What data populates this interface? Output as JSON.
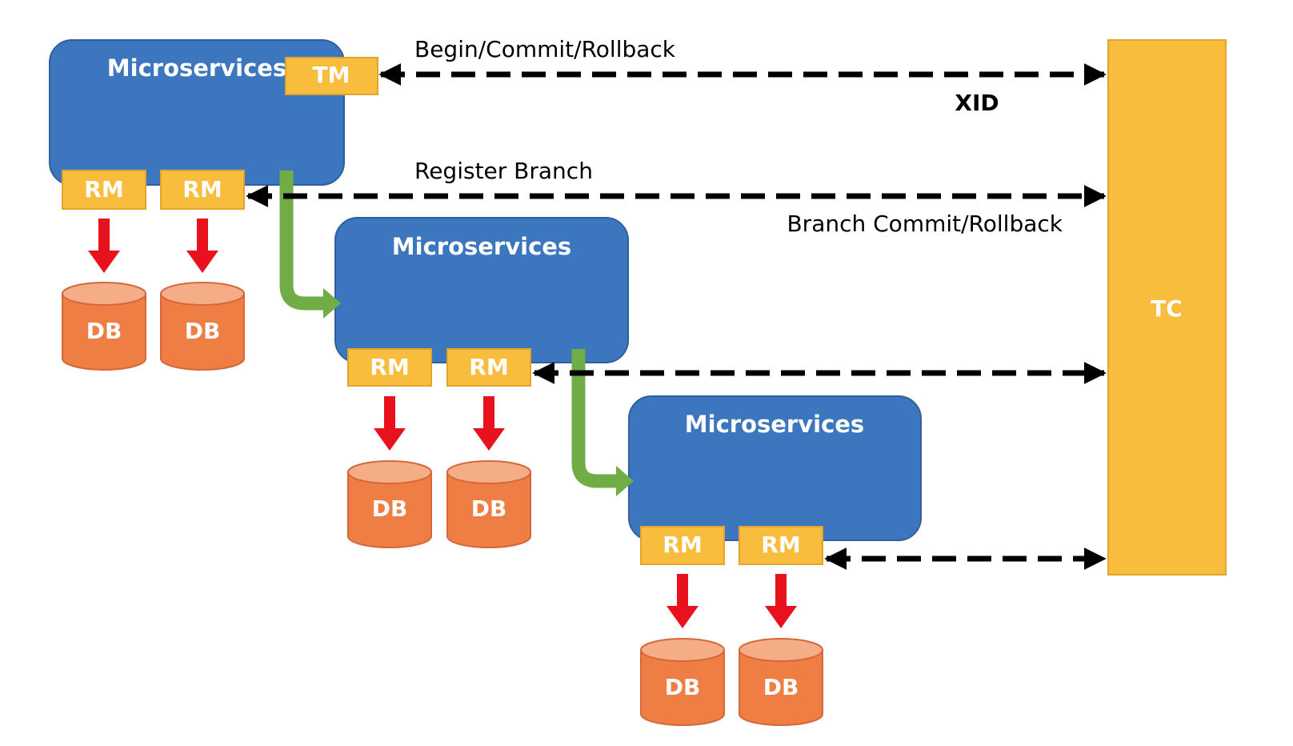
{
  "colors": {
    "microservice": "#3c76bf",
    "microservice_border": "#2e5f9e",
    "component": "#f9bd3e",
    "component_border": "#e0a52c",
    "db": "#ef7e44",
    "db_top": "#f5ad88",
    "db_border": "#d5683a",
    "down_arrow": "#e8121f",
    "call_arrow": "#70ad47",
    "link": "#000000"
  },
  "services": [
    {
      "title": "Microservices",
      "has_tm": true,
      "tm_label": "TM",
      "rm_labels": [
        "RM",
        "RM"
      ],
      "db_labels": [
        "DB",
        "DB"
      ]
    },
    {
      "title": "Microservices",
      "has_tm": false,
      "rm_labels": [
        "RM",
        "RM"
      ],
      "db_labels": [
        "DB",
        "DB"
      ]
    },
    {
      "title": "Microservices",
      "has_tm": false,
      "rm_labels": [
        "RM",
        "RM"
      ],
      "db_labels": [
        "DB",
        "DB"
      ]
    }
  ],
  "tc": {
    "label": "TC"
  },
  "edges": {
    "tm_link_label": "Begin/Commit/Rollback",
    "xid_label": "XID",
    "register_label": "Register Branch",
    "branch_label": "Branch Commit/Rollback"
  },
  "icons": {
    "database": "cylinder",
    "dashed_link": "double-headed-dashed-arrow",
    "invoke": "curved-green-arrow",
    "write": "down-red-arrow"
  }
}
